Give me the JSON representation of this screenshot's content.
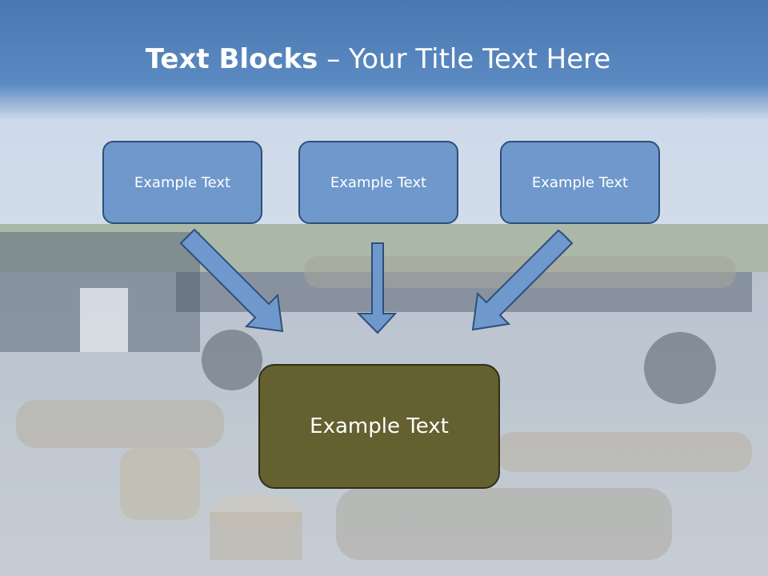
{
  "title": {
    "bold": "Text Blocks",
    "rest": " – Your Title Text Here"
  },
  "blocks": [
    {
      "label": "Example Text"
    },
    {
      "label": "Example Text"
    },
    {
      "label": "Example Text"
    }
  ],
  "main_block": {
    "label": "Example Text"
  },
  "colors": {
    "title_bar": "#4a78b0",
    "box_fill": "#6f98cc",
    "box_border": "#2f4f79",
    "main_fill": "#646030",
    "arrow": "#6f98cc"
  }
}
